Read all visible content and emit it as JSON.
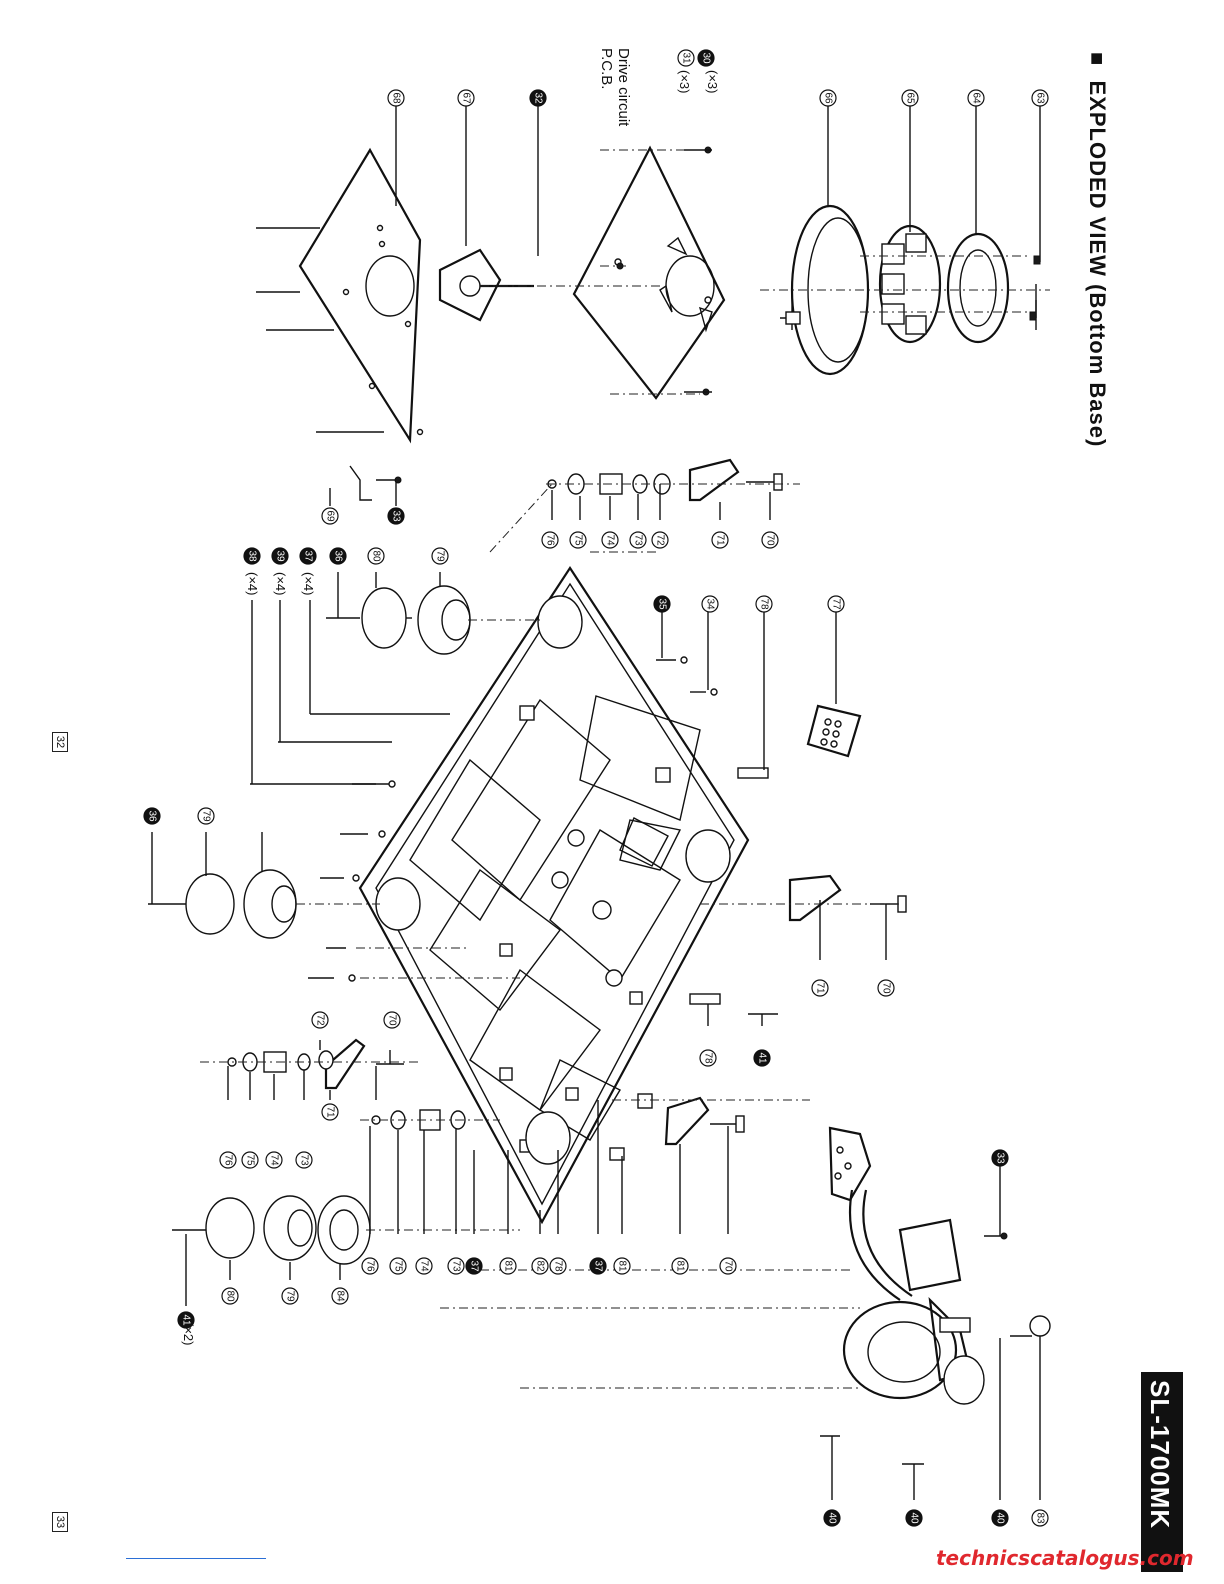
{
  "header": {
    "title": "EXPLODED VIEW (Bottom Base)",
    "model": "SL-1700MK"
  },
  "page_numbers": {
    "left": "32",
    "right": "33"
  },
  "watermark": "technicscatalogus.com",
  "notes": {
    "drive_pcb_line1": "Drive circuit",
    "drive_pcb_line2": "P.C.B.",
    "screw30": "(×3)",
    "screw31": "(×3)",
    "screw37": "(×4)",
    "screw39": "(×4)",
    "screw38": "(×4)",
    "screw41": "(×2)"
  },
  "parts": {
    "p63": "63",
    "p64": "64",
    "p65": "65",
    "p66": "66",
    "p67": "67",
    "p68": "68",
    "p69": "69",
    "p70": "70",
    "p71": "71",
    "p72": "72",
    "p73": "73",
    "p74": "74",
    "p75": "75",
    "p76": "76",
    "p77": "77",
    "p78": "78",
    "p79": "79",
    "p80": "80",
    "p81": "81",
    "p82": "82",
    "p83": "83",
    "p84": "84",
    "s30": "30",
    "s31": "31",
    "s32": "32",
    "s33": "33",
    "s34": "34",
    "s35": "35",
    "s36": "36",
    "s37": "37",
    "s38": "38",
    "s39": "39",
    "s40": "40",
    "s41": "41"
  }
}
